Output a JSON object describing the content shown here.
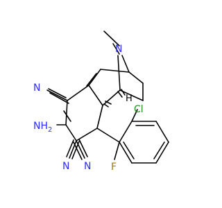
{
  "molecule": {
    "atoms": {
      "n_bridge": "N",
      "n_nitrile_top": "N",
      "nh2": "NH",
      "nh2_sub": "2",
      "n_nitrile_left": "N",
      "n_nitrile_right": "N",
      "chlorine": "Cl",
      "fluorine": "F",
      "stereo_h": "H"
    },
    "colors": {
      "nitrogen": "#2b2bff",
      "chlorine": "#1f8f1f",
      "fluorine": "#a07a00",
      "carbon_bond": "#000000"
    }
  }
}
